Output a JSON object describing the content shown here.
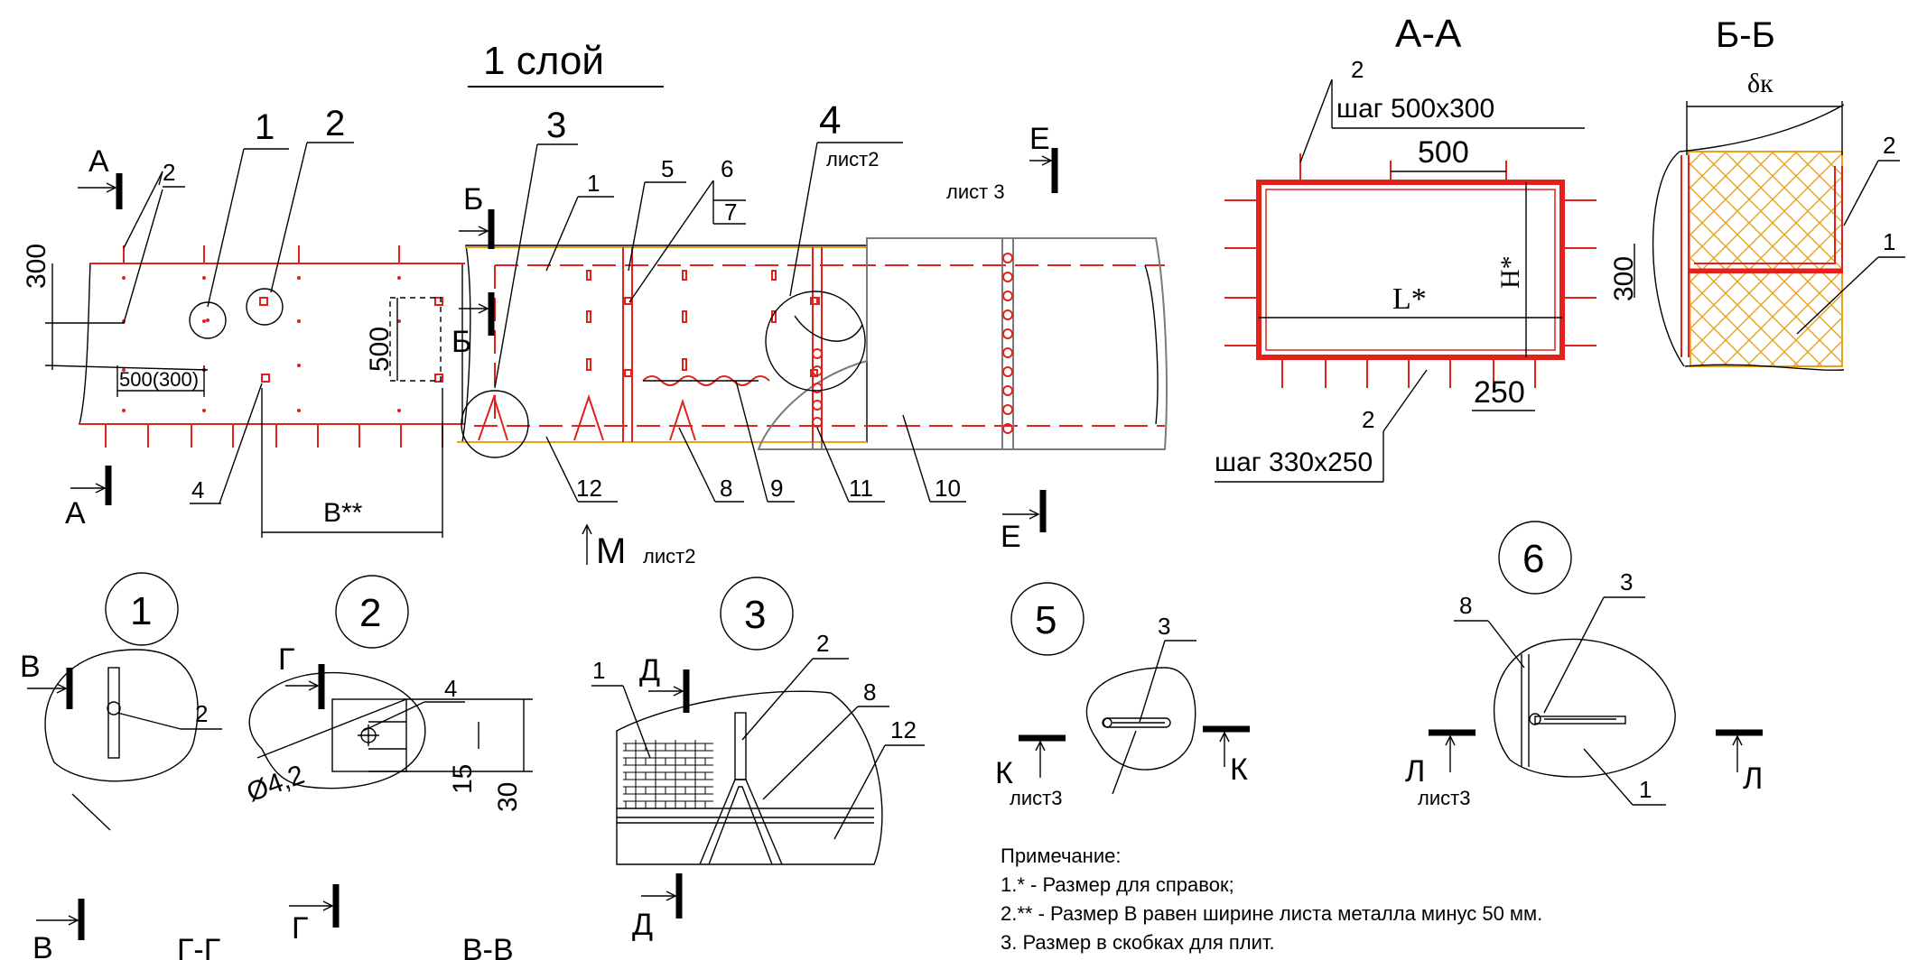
{
  "header": {
    "layer_title": "1 слой",
    "section_aa": "А-А",
    "section_bb": "Б-Б"
  },
  "main_view": {
    "leader_labels": [
      "1",
      "2",
      "3",
      "4",
      "1",
      "5",
      "6",
      "7",
      "2",
      "12",
      "8",
      "9",
      "11",
      "10",
      "4"
    ],
    "sheet2_ref": "лист2",
    "sheet3_ref": "лист 3",
    "dim_300": "300",
    "dim_500": "500",
    "dim_500_300": "500(300)",
    "dim_b": "В**",
    "cut_a": "А",
    "cut_b": "Б",
    "cut_e": "Е",
    "view_m": "М",
    "view_m_sheet": "лист2"
  },
  "section_aa": {
    "pitch_top": "шаг 500х300",
    "pitch_bottom": "шаг 330х250",
    "dim_500": "500",
    "dim_250": "250",
    "dim_l": "L*",
    "dim_h": "H*",
    "leader_top": "2",
    "leader_bottom": "2"
  },
  "section_bb": {
    "dim_delta": "δк",
    "dim_300": "300",
    "leader_2": "2",
    "leader_1": "1"
  },
  "detail_1": {
    "number": "1",
    "leader_2": "2",
    "cut_v": "В"
  },
  "detail_2": {
    "number": "2",
    "leader_4": "4",
    "diameter": "Ø4,2",
    "dim_15": "15",
    "dim_30": "30",
    "cut_g": "Г"
  },
  "detail_3": {
    "number": "3",
    "leader_1": "1",
    "leader_2": "2",
    "leader_8": "8",
    "leader_12": "12",
    "cut_d": "Д"
  },
  "detail_5": {
    "number": "5",
    "leader_3": "3",
    "cut_k": "К",
    "sheet3_ref": "лист3"
  },
  "detail_6": {
    "number": "6",
    "leader_8": "8",
    "leader_3": "3",
    "leader_1": "1",
    "cut_l": "Л",
    "sheet3_ref": "лист3"
  },
  "bottom_labels": {
    "vv": "В-В",
    "gg": "Г-Г",
    "v": "В"
  },
  "notes": {
    "heading": "Примечание:",
    "items": [
      "1.* -  Размер для справок;",
      "2.** -  Размер В равен ширине листа металла минус  50 мм.",
      "3. Размер в скобках для плит."
    ]
  }
}
